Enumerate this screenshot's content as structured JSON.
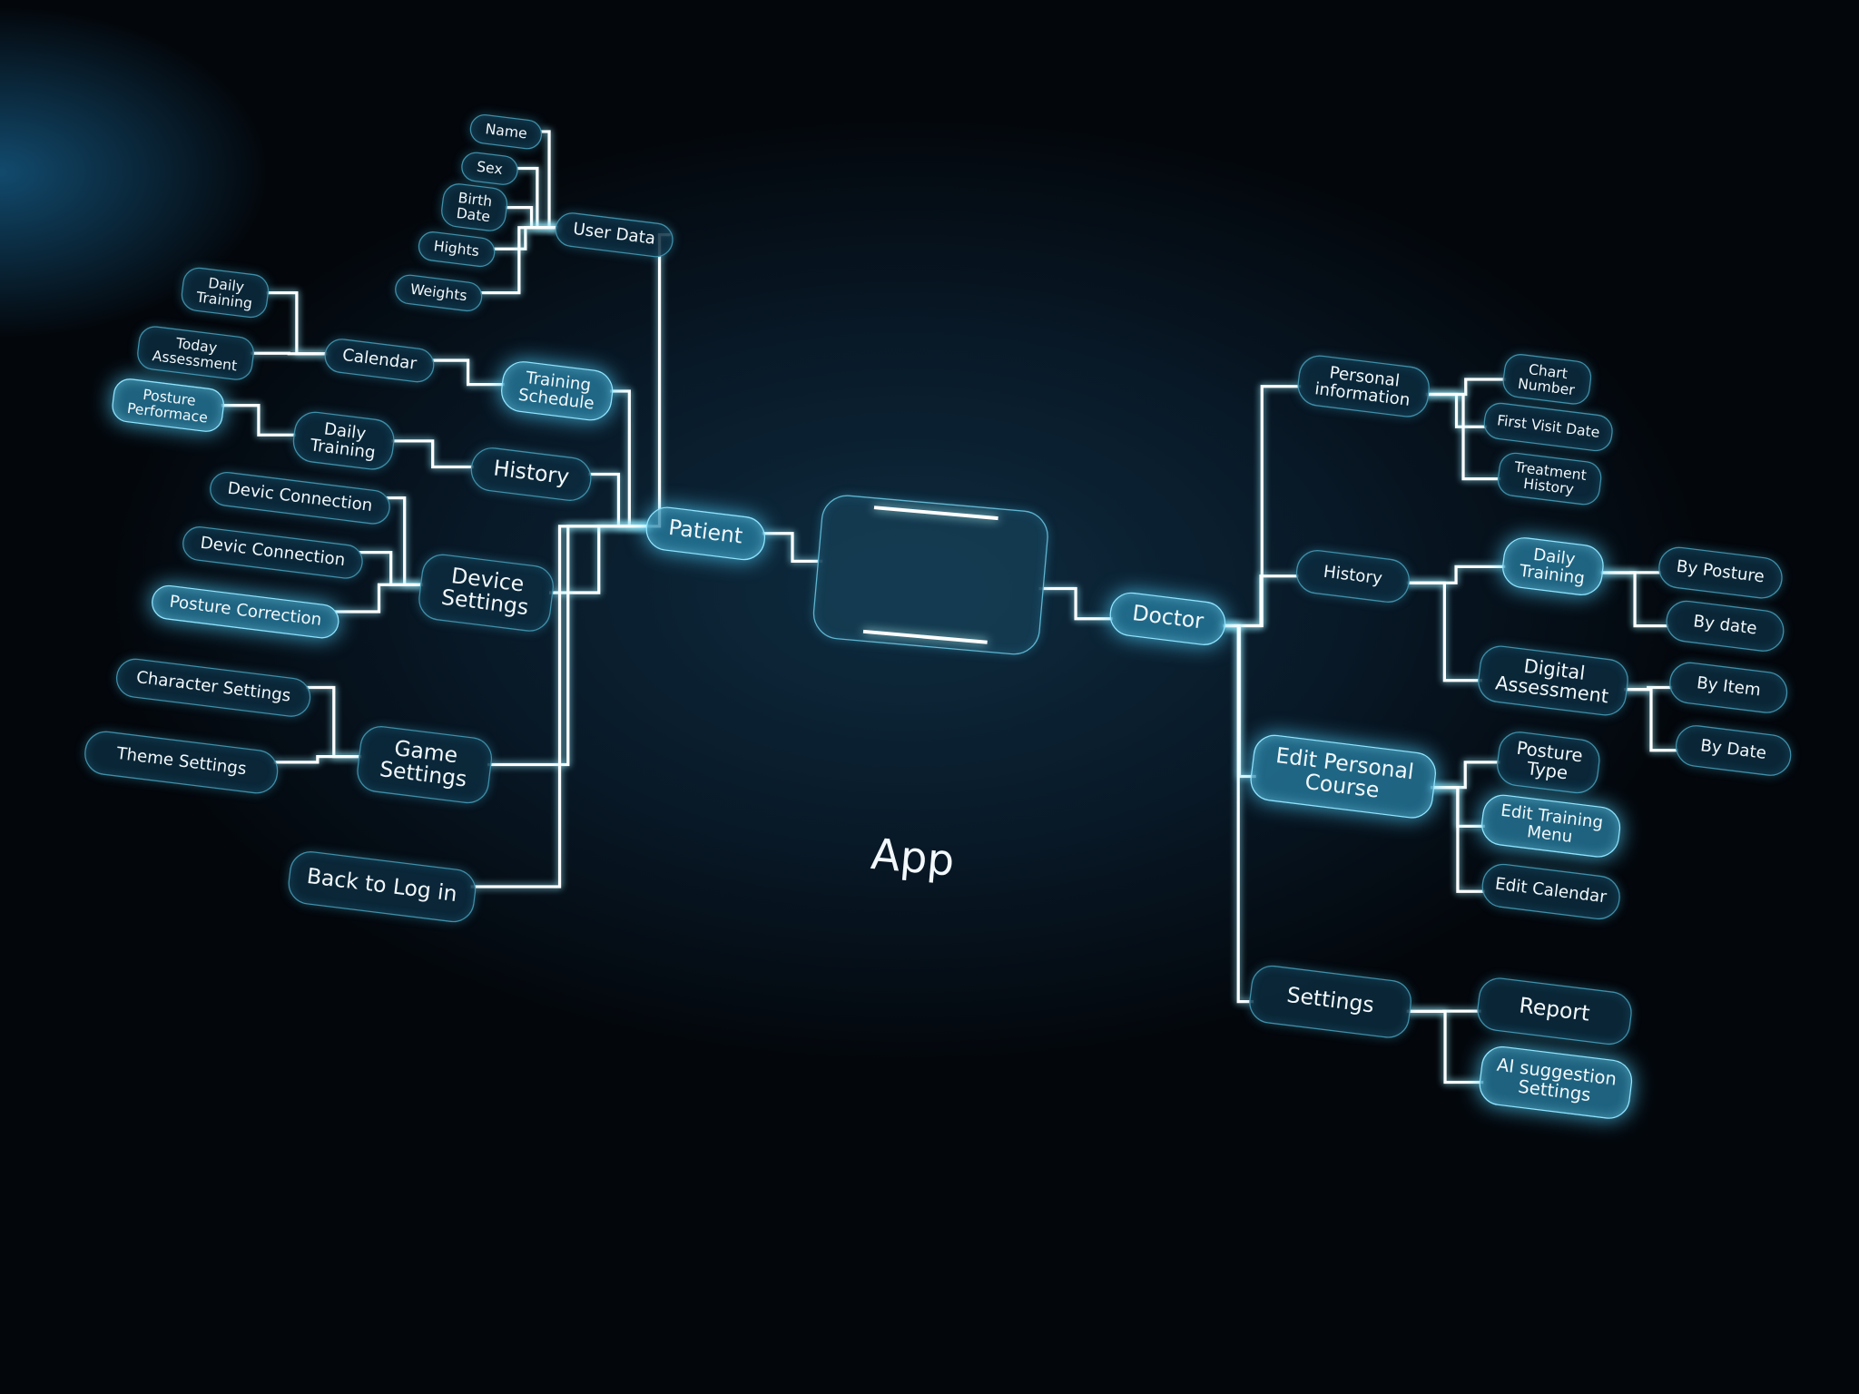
{
  "root": {
    "label": "App"
  },
  "patient": {
    "label": "Patient",
    "user_data": {
      "label": "User Data",
      "children": [
        "Name",
        "Sex",
        "Birth\nDate",
        "Hights",
        "Weights"
      ]
    },
    "training_schedule": {
      "label": "Training\nSchedule"
    },
    "calendar": {
      "label": "Calendar",
      "children": [
        "Daily\nTraining",
        "Today\nAssessment"
      ]
    },
    "history": {
      "label": "History",
      "daily_training": "Daily\nTraining",
      "posture_performance": "Posture\nPerformace"
    },
    "device_settings": {
      "label": "Device\nSettings",
      "children": [
        "Devic Connection",
        "Devic Connection",
        "Posture Correction"
      ]
    },
    "game_settings": {
      "label": "Game\nSettings",
      "children": [
        "Character Settings",
        "Theme Settings"
      ]
    },
    "back_to_login": {
      "label": "Back to Log in"
    }
  },
  "doctor": {
    "label": "Doctor",
    "personal_information": {
      "label": "Personal\ninformation",
      "children": [
        "Chart\nNumber",
        "First Visit Date",
        "Treatment\nHistory"
      ]
    },
    "history": {
      "label": "History",
      "daily_training": {
        "label": "Daily\nTraining",
        "children": [
          "By Posture",
          "By date"
        ]
      },
      "digital_assessment": {
        "label": "Digital\nAssessment",
        "children": [
          "By Item",
          "By Date"
        ]
      }
    },
    "edit_personal_course": {
      "label": "Edit Personal\nCourse",
      "children": [
        "Posture\nType",
        "Edit Training\nMenu",
        "Edit Calendar"
      ]
    },
    "settings": {
      "label": "Settings",
      "children": [
        "Report",
        "AI suggestion\nSettings"
      ]
    }
  },
  "colors": {
    "wire": "#ffffff",
    "node_border": "#3f8fa8",
    "highlight": "#8fe4ff",
    "background": "#081826"
  }
}
